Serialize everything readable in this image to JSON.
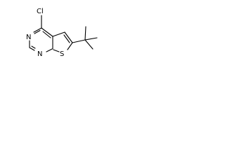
{
  "molecule": {
    "atoms": {
      "chlorine": "Cl",
      "nitrogen_top": "N",
      "nitrogen_bottom": "N",
      "sulfur": "S"
    }
  }
}
